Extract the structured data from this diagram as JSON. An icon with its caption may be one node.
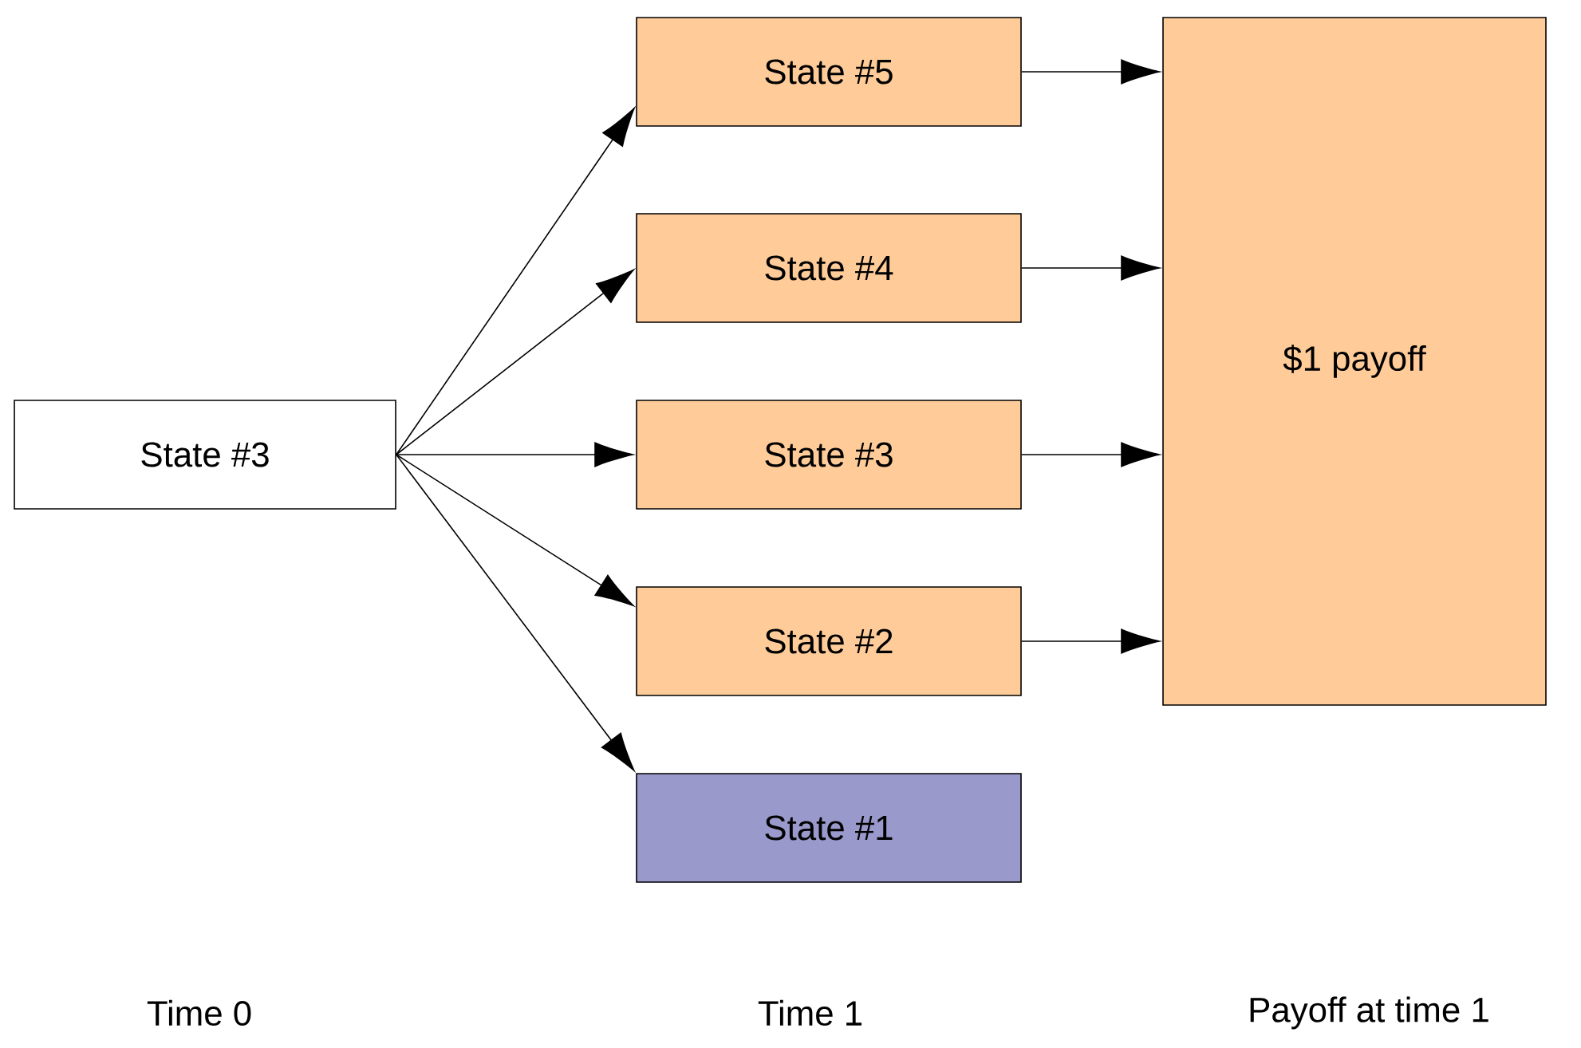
{
  "diagram": {
    "nodes": [
      {
        "text": [
          "State #3"
        ]
      },
      {
        "text": [
          "State #5"
        ]
      },
      {
        "text": [
          "State #4"
        ]
      },
      {
        "text": [
          "State #3"
        ]
      },
      {
        "text": [
          "State #2"
        ]
      },
      {
        "text": [
          "State #1"
        ]
      },
      {
        "text": [
          "$1 payoff"
        ]
      }
    ],
    "edges": [
      {
        "from": 0,
        "to": 1,
        "arrow": "to"
      },
      {
        "from": 0,
        "to": 2,
        "arrow": "to"
      },
      {
        "from": 0,
        "to": 3,
        "arrow": "to"
      },
      {
        "from": 0,
        "to": 4,
        "arrow": "to"
      },
      {
        "from": 0,
        "to": 5,
        "arrow": "to"
      },
      {
        "from": 1,
        "to": 6,
        "arrow": "to"
      },
      {
        "from": 2,
        "to": 6,
        "arrow": "to"
      },
      {
        "from": 3,
        "to": 6,
        "arrow": "to"
      },
      {
        "from": 4,
        "to": 6,
        "arrow": "to"
      }
    ],
    "labels": [
      "Time 0",
      "Time 1",
      "Payoff at time 1"
    ]
  }
}
